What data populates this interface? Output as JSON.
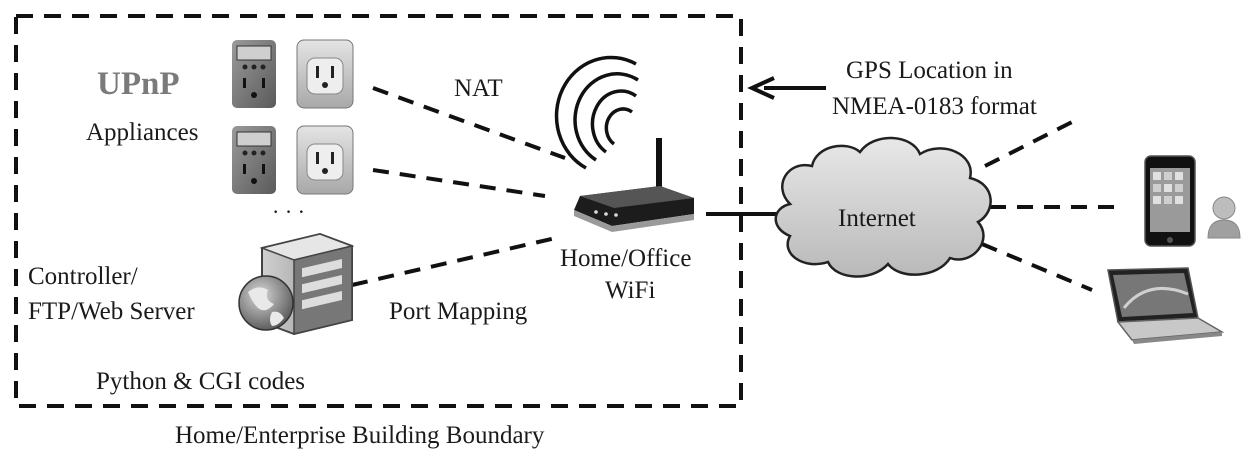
{
  "boundary": {
    "label": "Home/Enterprise Building Boundary"
  },
  "upnp": {
    "title": "UPnP",
    "subtitle": "Appliances",
    "ellipsis": "· · ·"
  },
  "links": {
    "nat_label": "NAT",
    "port_mapping_label": "Port Mapping"
  },
  "server": {
    "line1": "Controller/",
    "line2": "FTP/Web Server",
    "codes": "Python & CGI codes"
  },
  "router": {
    "line1": "Home/Office",
    "line2": "WiFi"
  },
  "gps": {
    "line1": "GPS Location in",
    "line2": "NMEA-0183 format"
  },
  "cloud": {
    "label": "Internet"
  },
  "icons": [
    "power-meter-plug-icon",
    "smart-plug-icon",
    "server-globe-icon",
    "wifi-router-icon",
    "cloud-icon",
    "smartphone-icon",
    "user-icon",
    "laptop-icon"
  ]
}
